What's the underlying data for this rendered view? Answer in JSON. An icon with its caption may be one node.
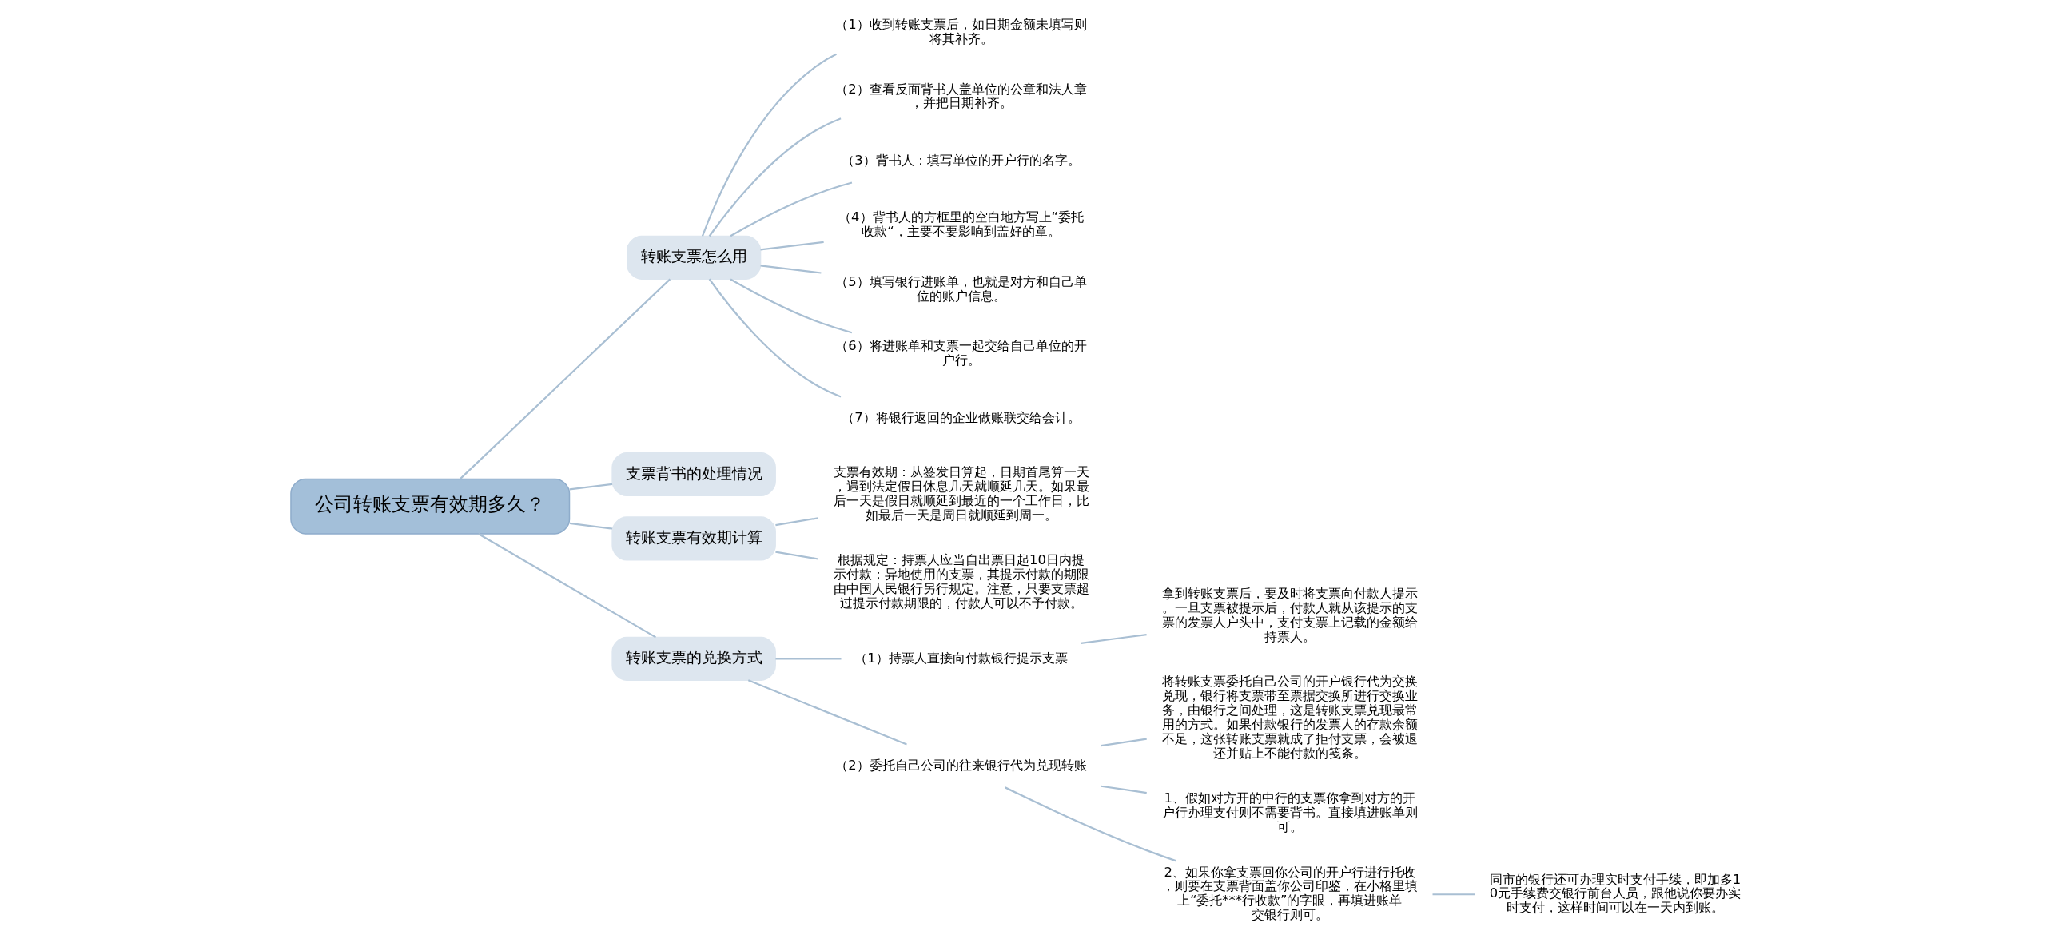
{
  "diagram": {
    "nodes": [
      {
        "text": [
          "公司转账支票有效期多久？"
        ]
      },
      {
        "text": [
          "转账支票怎么用"
        ]
      },
      {
        "text": [
          "（1）收到转账支票后，如日期金额未填写则将其补齐。"
        ]
      },
      {
        "text": [
          "（2）查看反面背书人盖单位的公章和法人章，并把日期补齐。"
        ]
      },
      {
        "text": [
          "（3）背书人：填写单位的开户行的名字。"
        ]
      },
      {
        "text": [
          "（4）背书人的方框里的空白地方写上“委托收款“，主要不要影响到盖好的章。"
        ]
      },
      {
        "text": [
          "（5）填写银行进账单，也就是对方和自己单位的账户信息。"
        ]
      },
      {
        "text": [
          "（6）将进账单和支票一起交给自己单位的开户行。"
        ]
      },
      {
        "text": [
          "（7）将银行返回的企业做账联交给会计。"
        ]
      },
      {
        "text": [
          "支票背书的处理情况"
        ]
      },
      {
        "text": [
          "转账支票有效期计算"
        ]
      },
      {
        "text": [
          "支票有效期：从签发日算起，日期首尾算一天，遇到法定假日休息几天就顺延几天。如果最后一天是假日就顺延到最近的一个工作日，比如最后一天是周日就顺延到周一。"
        ]
      },
      {
        "text": [
          "根据规定：持票人应当自出票日起10日内提示付款；异地使用的支票，其提示付款的期限由中国人民银行另行规定。注意，只要支票超过提示付款期限的，付款人可以不予付款。"
        ]
      },
      {
        "text": [
          "转账支票的兑换方式"
        ]
      },
      {
        "text": [
          "（1）持票人直接向付款银行提示支票"
        ]
      },
      {
        "text": [
          "拿到转账支票后，要及时将支票向付款人提示。一旦支票被提示后，付款人就从该提示的支票的发票人户头中，支付支票上记载的金额给持票人。"
        ]
      },
      {
        "text": [
          "（2）委托自己公司的往来银行代为兑现转账"
        ]
      },
      {
        "text": [
          "将转账支票委托自己公司的开户银行代为交换兑现，银行将支票带至票据交换所进行交换业务，由银行之间处理，这是转账支票兑现最常用的方式。如果付款银行的发票人的存款余额不足，这张转账支票就成了拒付支票，会被退还并贴上不能付款的笺条。"
        ]
      },
      {
        "text": [
          "1、假如对方开的中行的支票你拿到对方的开户行办理支付则不需要背书。直接填进账单则可。"
        ]
      },
      {
        "text": [
          "2、如果你拿支票回你公司的开户行进行托收，则要在支票背面盖你公司印鉴，在小格里填上“委托***行收款”的字眼，再填进账单交银行则可。"
        ]
      },
      {
        "text": [
          "同市的银行还可办理实时支付手续，即加多10元手续费交银行前台人员，跟他说你要办实时支付，这样时间可以在一天内到账。"
        ]
      }
    ],
    "edges": [
      {
        "from": 0,
        "to": 1,
        "arrow": "none"
      },
      {
        "from": 1,
        "to": 2,
        "arrow": "none"
      },
      {
        "from": 1,
        "to": 3,
        "arrow": "none"
      },
      {
        "from": 1,
        "to": 4,
        "arrow": "none"
      },
      {
        "from": 1,
        "to": 5,
        "arrow": "none"
      },
      {
        "from": 1,
        "to": 6,
        "arrow": "none"
      },
      {
        "from": 1,
        "to": 7,
        "arrow": "none"
      },
      {
        "from": 1,
        "to": 8,
        "arrow": "none"
      },
      {
        "from": 0,
        "to": 9,
        "arrow": "none"
      },
      {
        "from": 0,
        "to": 10,
        "arrow": "none"
      },
      {
        "from": 10,
        "to": 11,
        "arrow": "none"
      },
      {
        "from": 10,
        "to": 12,
        "arrow": "none"
      },
      {
        "from": 0,
        "to": 13,
        "arrow": "none"
      },
      {
        "from": 13,
        "to": 14,
        "arrow": "none"
      },
      {
        "from": 14,
        "to": 15,
        "arrow": "none"
      },
      {
        "from": 13,
        "to": 16,
        "arrow": "none"
      },
      {
        "from": 16,
        "to": 17,
        "arrow": "none"
      },
      {
        "from": 16,
        "to": 18,
        "arrow": "none"
      },
      {
        "from": 16,
        "to": 19,
        "arrow": "none"
      },
      {
        "from": 19,
        "to": 20,
        "arrow": "none"
      }
    ]
  }
}
